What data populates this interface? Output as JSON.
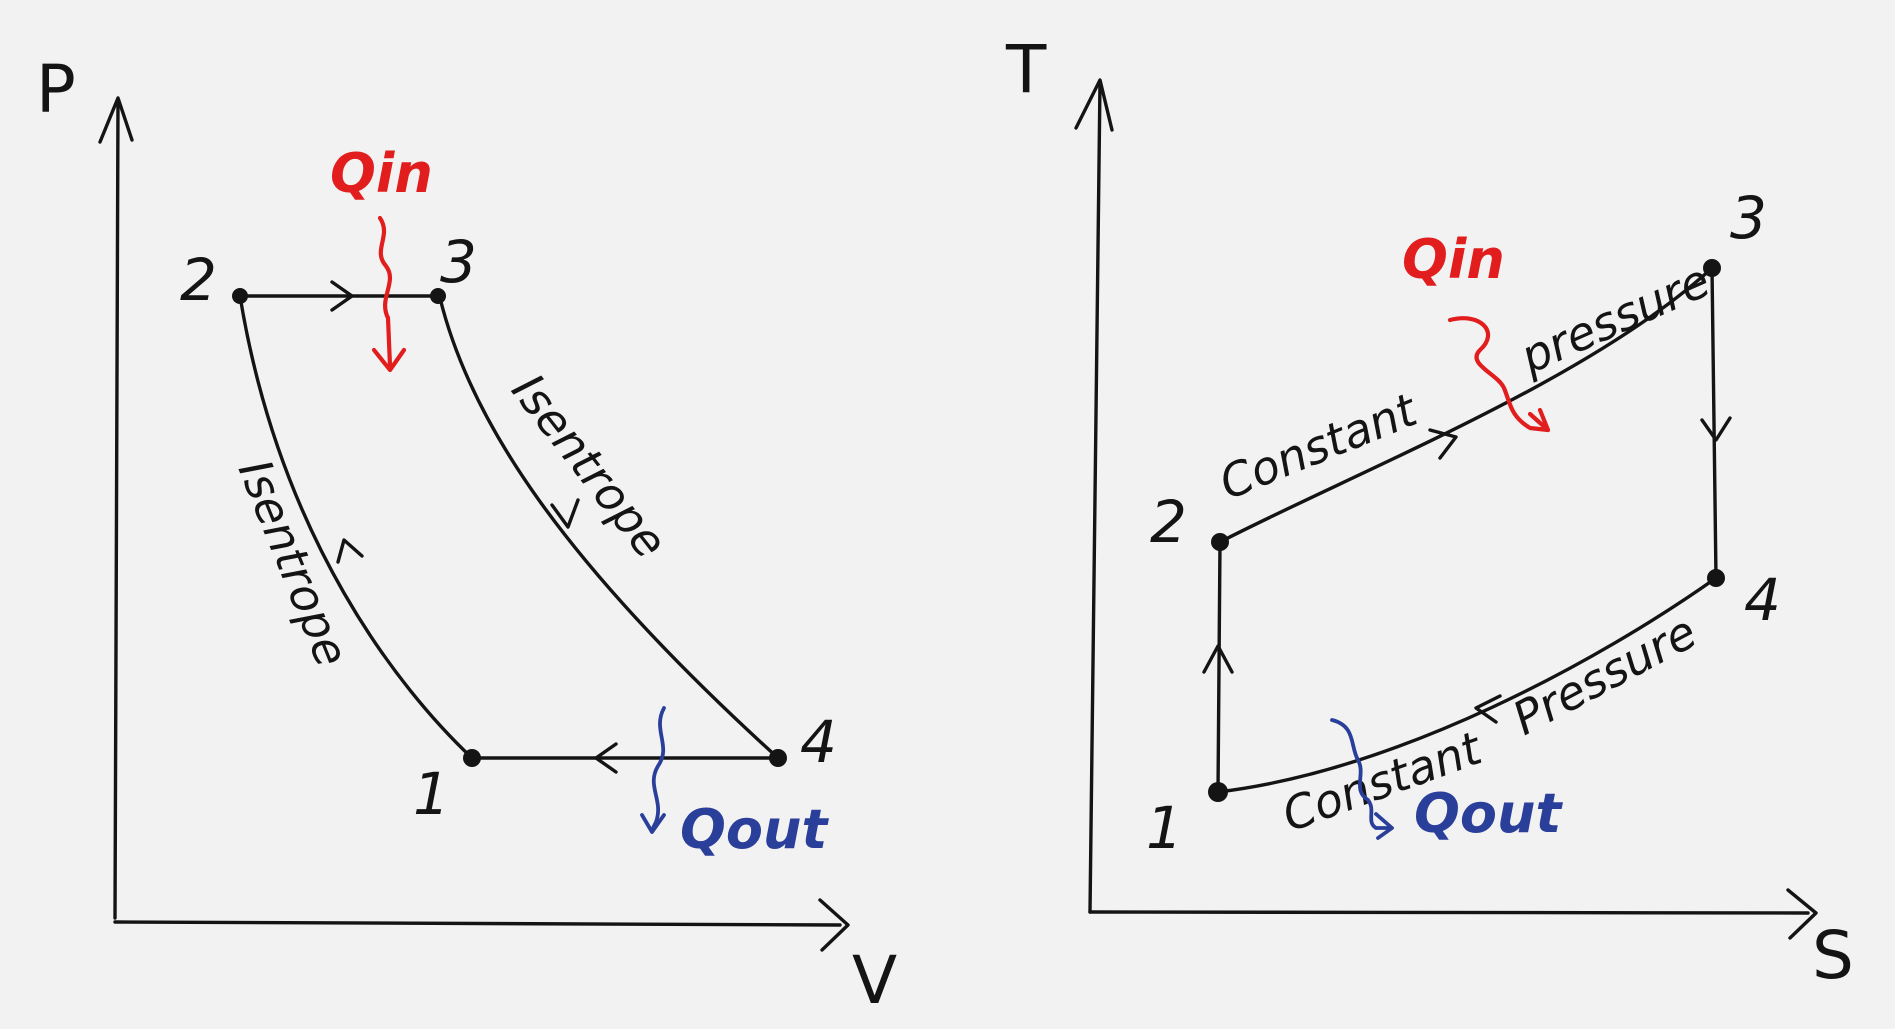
{
  "pv": {
    "y_axis": "P",
    "x_axis": "V",
    "states": [
      "1",
      "2",
      "3",
      "4"
    ],
    "process_left": "Isentrope",
    "process_right": "Isentrope",
    "q_in": "Qin",
    "q_out": "Qout"
  },
  "ts": {
    "y_axis": "T",
    "x_axis": "S",
    "states": [
      "1",
      "2",
      "3",
      "4"
    ],
    "top_process_a": "Constant",
    "top_process_b": "pressure",
    "bottom_process_a": "Constant",
    "bottom_process_b": "Pressure",
    "q_in": "Qin",
    "q_out": "Qout"
  },
  "colors": {
    "ink": "#141414",
    "heat_in": "#e21d1d",
    "heat_out": "#2a3f9a",
    "background": "#f2f2f2"
  }
}
